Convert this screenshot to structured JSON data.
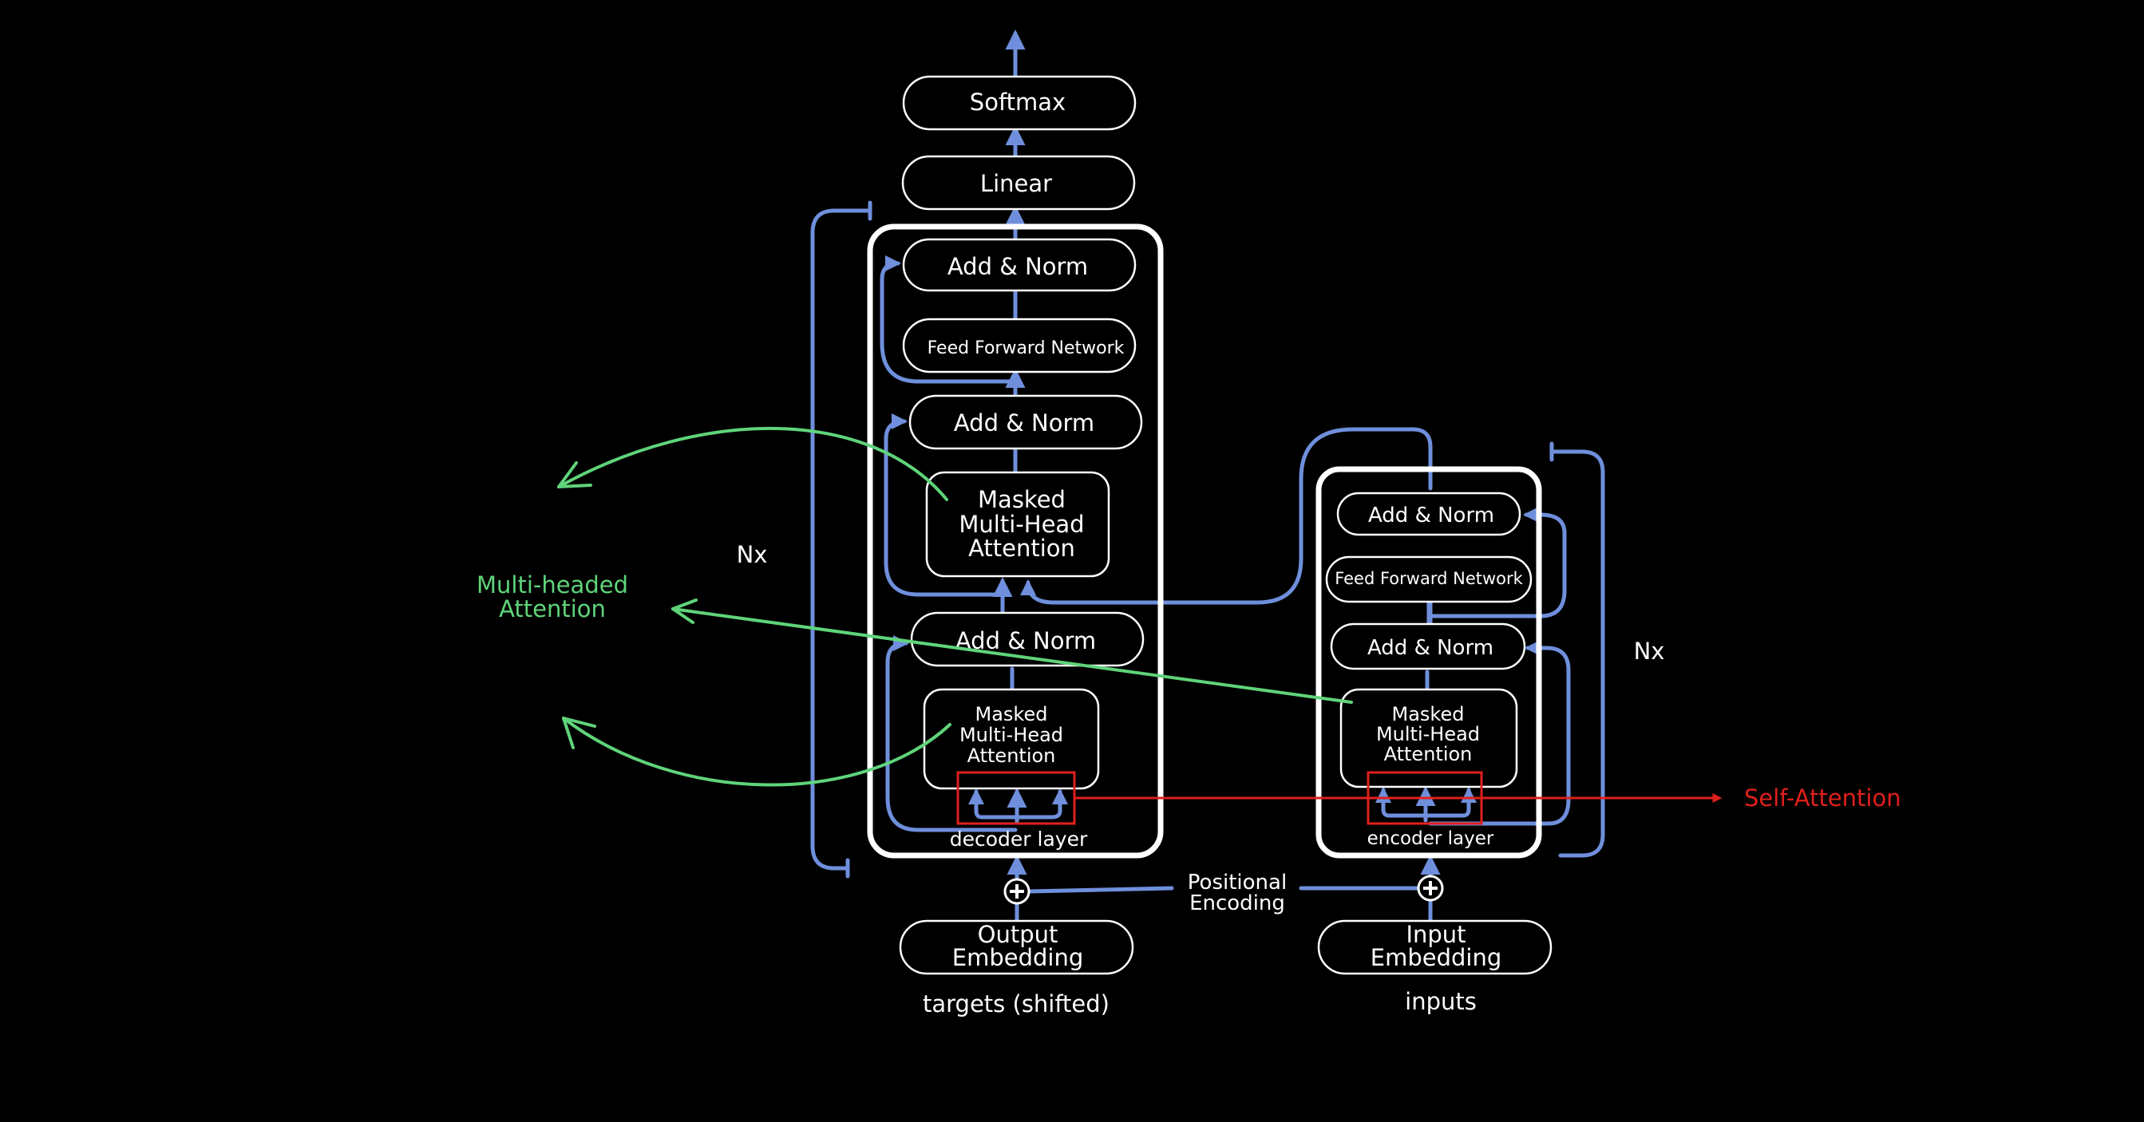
{
  "colors": {
    "background": "#000000",
    "box_stroke": "#ffffff",
    "text": "#ffffff",
    "connector": "#6f8fdc",
    "attention_annotation": "#5fd47a",
    "self_attention_annotation": "#e0201c"
  },
  "decoder": {
    "softmax": "Softmax",
    "linear": "Linear",
    "add_norm_top": "Add & Norm",
    "feed_forward": "Feed Forward Network",
    "add_norm_mid": "Add & Norm",
    "masked_attention_upper": [
      "Masked",
      "Multi-Head",
      "Attention"
    ],
    "add_norm_low": "Add & Norm",
    "masked_attention_lower": [
      "Masked",
      "Multi-Head",
      "Attention"
    ],
    "layer_label": "decoder layer",
    "repeat_label": "Nx",
    "embedding": [
      "Output",
      "Embedding"
    ],
    "input_label": "targets (shifted)"
  },
  "encoder": {
    "add_norm_top": "Add & Norm",
    "feed_forward": "Feed Forward Network",
    "add_norm_low": "Add & Norm",
    "masked_attention": [
      "Masked",
      "Multi-Head",
      "Attention"
    ],
    "layer_label": "encoder layer",
    "repeat_label": "Nx",
    "embedding": [
      "Input",
      "Embedding"
    ],
    "input_label": "inputs"
  },
  "positional_encoding": [
    "Positional",
    "Encoding"
  ],
  "annotations": {
    "multi_headed_attention": [
      "Multi-headed",
      "Attention"
    ],
    "self_attention": "Self-Attention"
  }
}
